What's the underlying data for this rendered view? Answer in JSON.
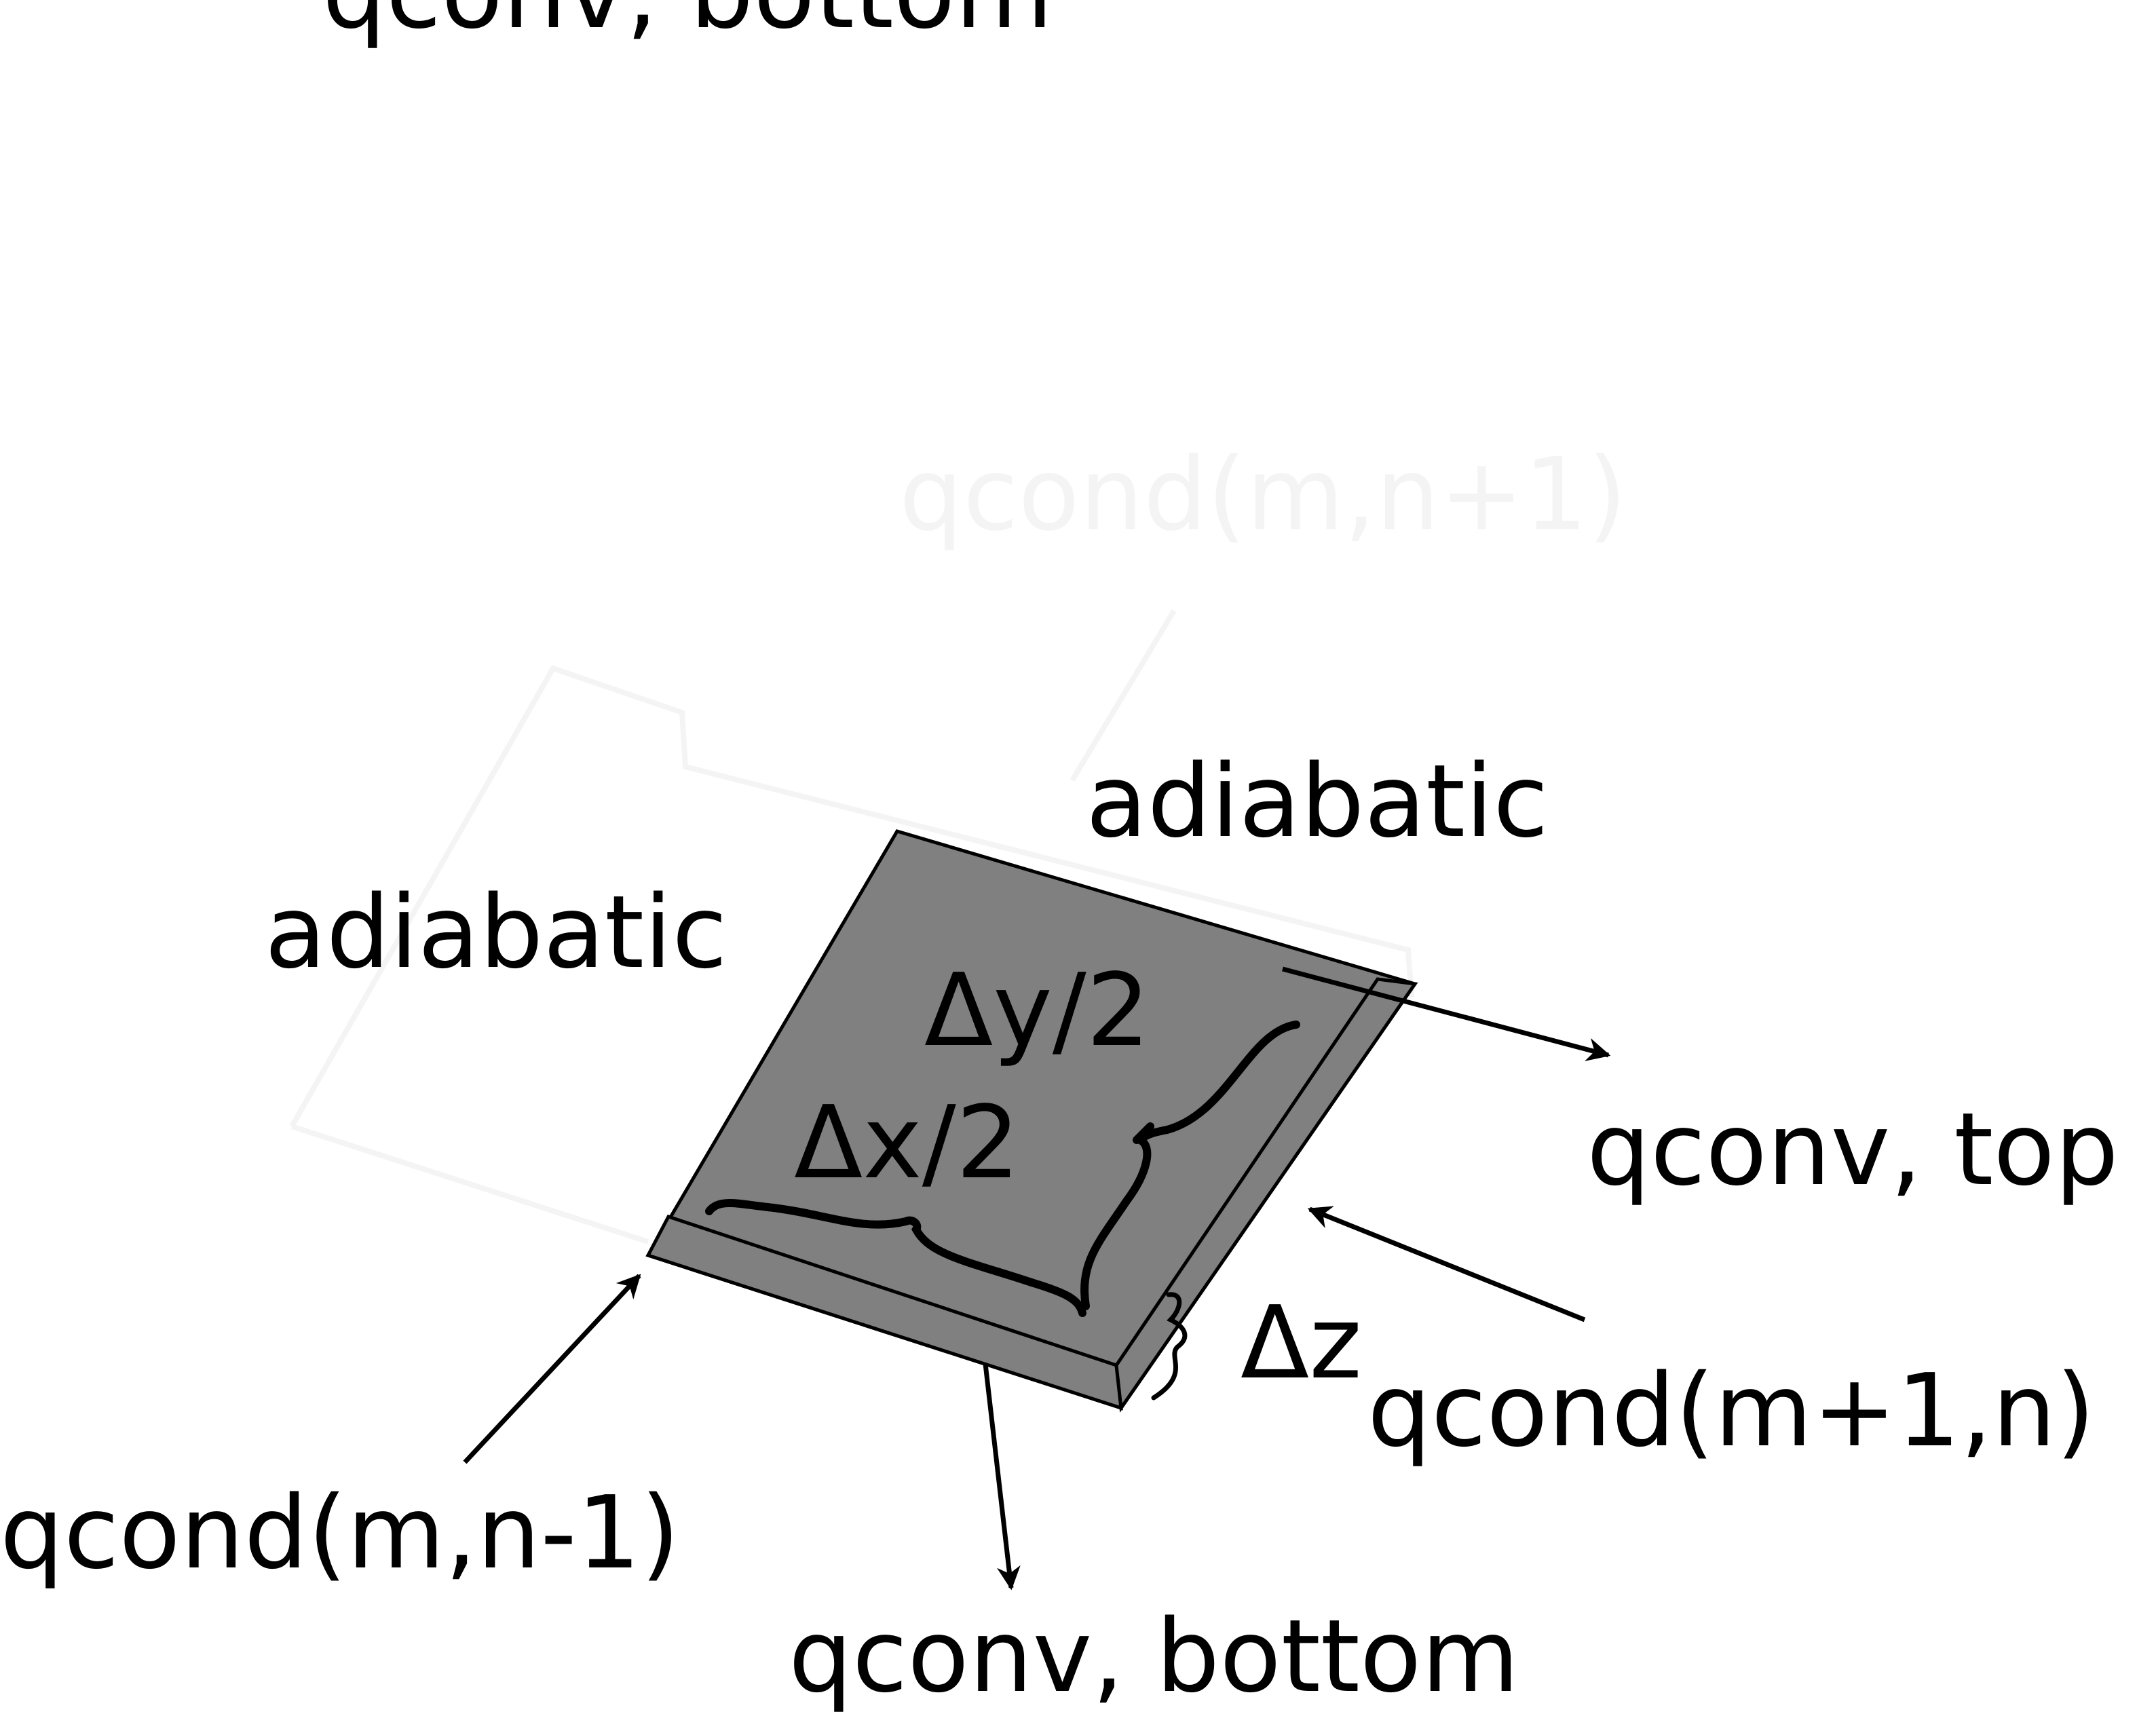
{
  "labels": {
    "qconv_bottom_top_edge": "qconv, bottom",
    "qcond_m_n_plus_1": "qcond(m,n+1)",
    "adiabatic_top": "adiabatic",
    "adiabatic_left": "adiabatic",
    "delta_y_half": "Δy/2",
    "delta_x_half": "Δx/2",
    "qconv_top": "qconv, top",
    "delta_z": "Δz",
    "qcond_m_plus_1_n": "qcond(m+1,n)",
    "qcond_m_n_minus_1": "qcond(m,n-1)",
    "qconv_bottom": "qconv, bottom"
  },
  "colors": {
    "plate_fill": "#808080",
    "ink": "#000000",
    "ghost": "#f2f2f2",
    "background": "#ffffff"
  }
}
